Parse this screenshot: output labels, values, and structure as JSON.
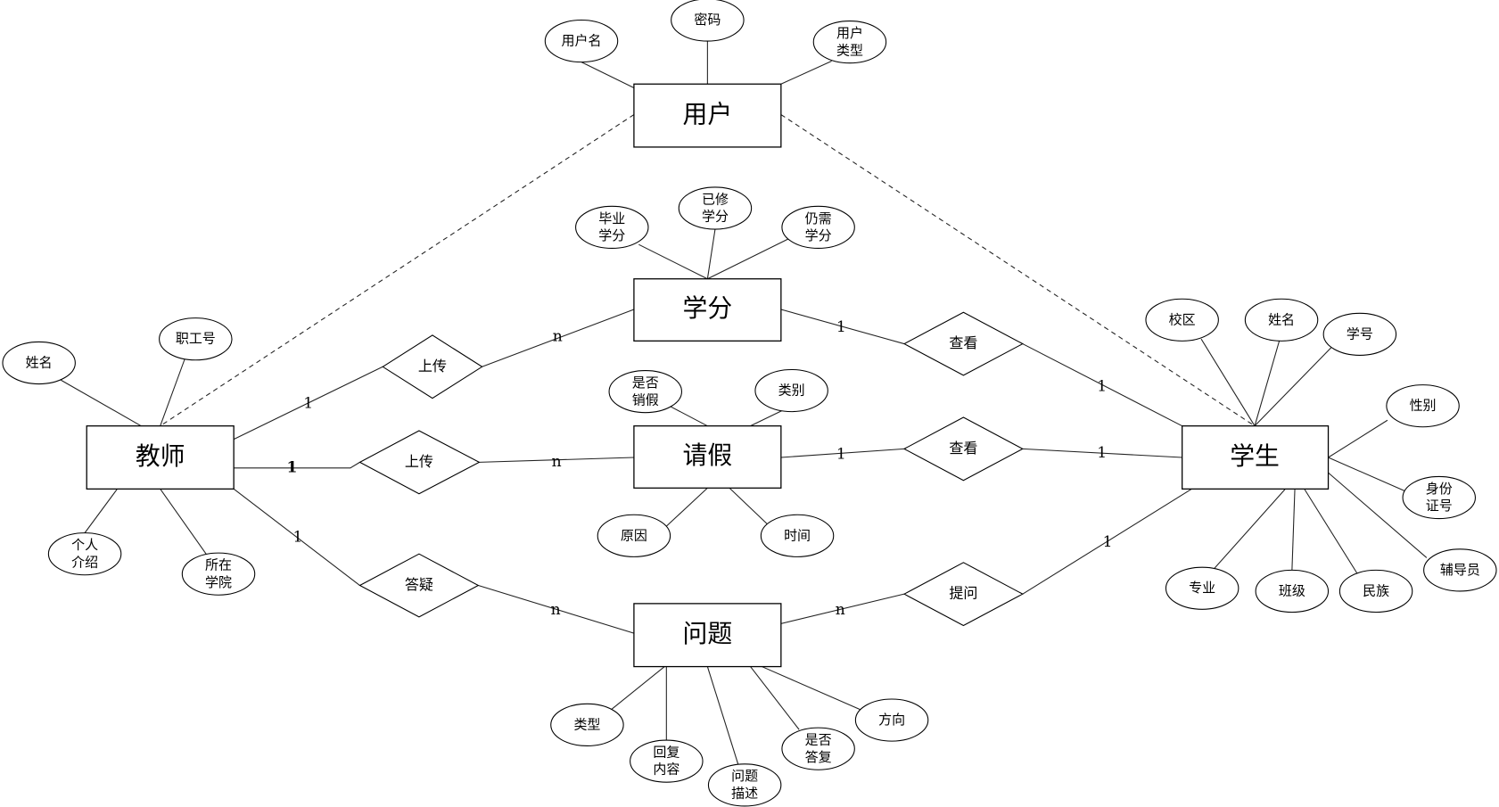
{
  "entities": {
    "user": "用户",
    "credit": "学分",
    "leave": "请假",
    "question": "问题",
    "teacher": "教师",
    "student": "学生"
  },
  "relations": {
    "upload1": "上传",
    "upload2": "上传",
    "answer": "答疑",
    "view1": "查看",
    "view2": "查看",
    "ask": "提问"
  },
  "attributes": {
    "user": {
      "username": [
        "用户名"
      ],
      "password": [
        "密码"
      ],
      "usertype": [
        "用户",
        "类型"
      ]
    },
    "credit": {
      "grad": [
        "毕业",
        "学分"
      ],
      "done": [
        "已修",
        "学分"
      ],
      "need": [
        "仍需",
        "学分"
      ]
    },
    "leave": {
      "cancel": [
        "是否",
        "销假"
      ],
      "category": [
        "类别"
      ],
      "reason": [
        "原因"
      ],
      "time": [
        "时间"
      ]
    },
    "question": {
      "type": [
        "类型"
      ],
      "reply": [
        "回复",
        "内容"
      ],
      "desc": [
        "问题",
        "描述"
      ],
      "answered": [
        "是否",
        "答复"
      ],
      "direction": [
        "方向"
      ]
    },
    "teacher": {
      "name": [
        "姓名"
      ],
      "id": [
        "职工号"
      ],
      "intro": [
        "个人",
        "介绍"
      ],
      "college": [
        "所在",
        "学院"
      ]
    },
    "student": {
      "campus": [
        "校区"
      ],
      "name": [
        "姓名"
      ],
      "id": [
        "学号"
      ],
      "gender": [
        "性别"
      ],
      "idcard": [
        "身份",
        "证号"
      ],
      "counselor": [
        "辅导员"
      ],
      "ethnic": [
        "民族"
      ],
      "class": [
        "班级"
      ],
      "major": [
        "专业"
      ]
    }
  },
  "cardinality": {
    "t_up1": "1",
    "up1_c": "n",
    "t_up2": "1",
    "up2_l": "n",
    "t_ans": "1",
    "ans_q": "n",
    "c_v1": "1",
    "v1_s": "1",
    "l_v2": "1",
    "v2_s": "1",
    "q_ask": "n",
    "ask_s": "1"
  }
}
